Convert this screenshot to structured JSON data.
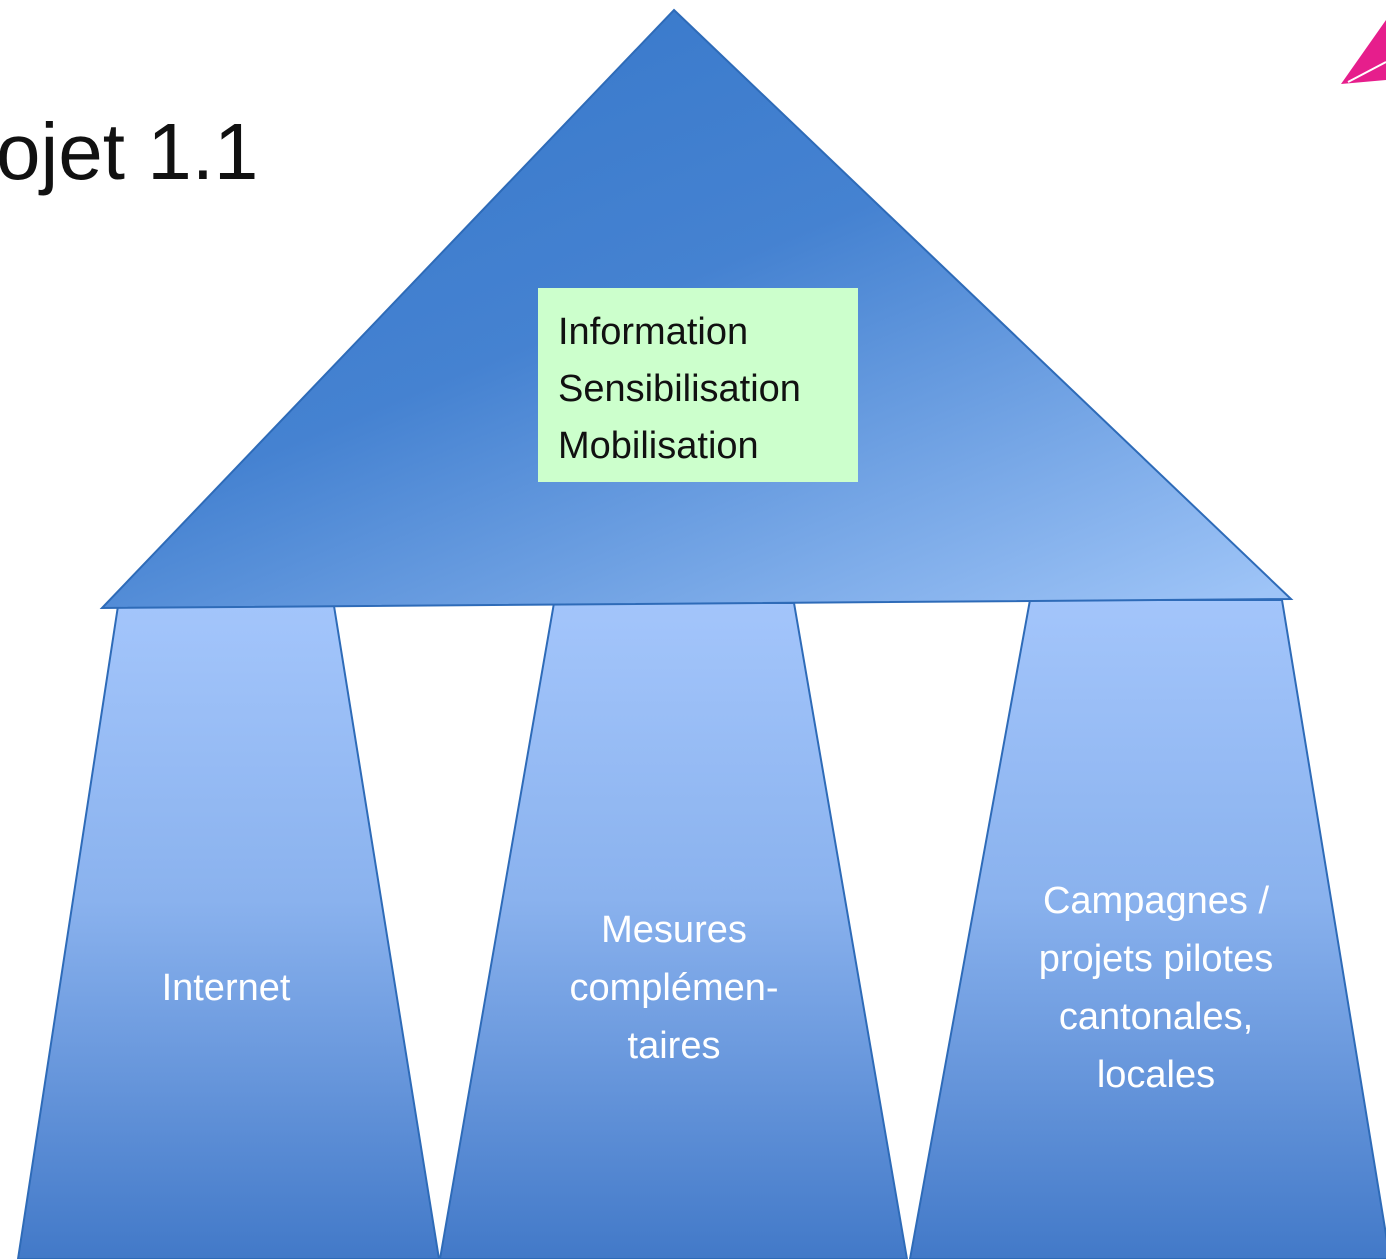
{
  "title": "ojet 1.1",
  "roof": {
    "lines": [
      "Information",
      "Sensibilisation",
      "Mobilisation"
    ]
  },
  "pillars": [
    {
      "lines": [
        "Internet"
      ]
    },
    {
      "lines": [
        "Mesures",
        "complémen-",
        "taires"
      ]
    },
    {
      "lines": [
        "Campagnes /",
        "projets pilotes",
        "cantonales,",
        "locales"
      ]
    }
  ],
  "colors": {
    "roof_dark": "#3b7bcc",
    "roof_light": "#9ec4f7",
    "pillar_top": "#a3c5fb",
    "pillar_bottom": "#4279c8",
    "outline": "#2e6bb8",
    "label_box": "#ccffcc",
    "logo": "#e61e8c"
  }
}
